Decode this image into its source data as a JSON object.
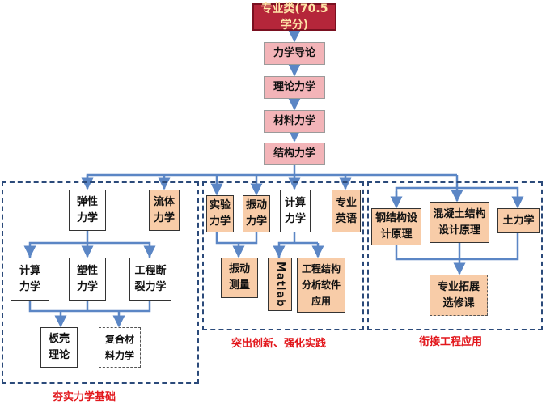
{
  "header": {
    "title": "专业类(70.5 学分)"
  },
  "core_chain": [
    "力学导论",
    "理论力学",
    "材料力学",
    "结构力学"
  ],
  "groups": {
    "foundation": {
      "caption": "夯实力学基础",
      "nodes": {
        "elasticity": "弹性\n力学",
        "fluid": "流体\n力学",
        "computational": "计算\n力学",
        "plasticity": "塑性\n力学",
        "fracture": "工程断\n裂力学",
        "plates_shells": "板壳\n理论",
        "composites": "复合材\n料力学"
      }
    },
    "innovation": {
      "caption": "突出创新、强化实践",
      "nodes": {
        "experiment": "实验\n力学",
        "vibration": "振动\n力学",
        "computational": "计算\n力学",
        "english": "专业\n英语",
        "vibration_measure": "振动\n测量",
        "matlab": "Matlab",
        "software": "工程结构\n分析软件\n应用"
      }
    },
    "engineering": {
      "caption": "衔接工程应用",
      "nodes": {
        "steel": "钢结构设\n计原理",
        "concrete": "混凝土结构\n设计原理",
        "soil": "土力学",
        "electives": "专业拓展\n选修课"
      }
    }
  },
  "colors": {
    "arrow": "#5b86c5",
    "group_border": "#2b4a7a",
    "caption": "#e2171c",
    "header_fill": "#b5263a",
    "core_fill": "#f3b4b8",
    "course_fill": "#f8cca8"
  }
}
